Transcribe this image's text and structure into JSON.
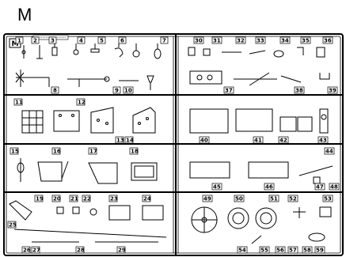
{
  "sheet": {
    "title": "M",
    "frame_code": "M"
  },
  "parts": {
    "top_left": [
      "1",
      "2",
      "3",
      "4",
      "5",
      "6",
      "7",
      "8",
      "9",
      "10"
    ],
    "top_right": [
      "30",
      "31",
      "32",
      "33",
      "34",
      "35",
      "36",
      "37",
      "38",
      "39"
    ],
    "row2_left": [
      "11",
      "12",
      "13",
      "14"
    ],
    "row2_right": [
      "40",
      "41",
      "42",
      "43"
    ],
    "row3_left": [
      "15",
      "16",
      "17",
      "18"
    ],
    "row3_right": [
      "44",
      "45",
      "46",
      "47",
      "48"
    ],
    "bottom_left": [
      "19",
      "20",
      "21",
      "22",
      "23",
      "24",
      "25",
      "26",
      "27",
      "28",
      "29"
    ],
    "bottom_right": [
      "49",
      "50",
      "51",
      "52",
      "53",
      "54",
      "55",
      "56",
      "57",
      "58",
      "59"
    ]
  }
}
